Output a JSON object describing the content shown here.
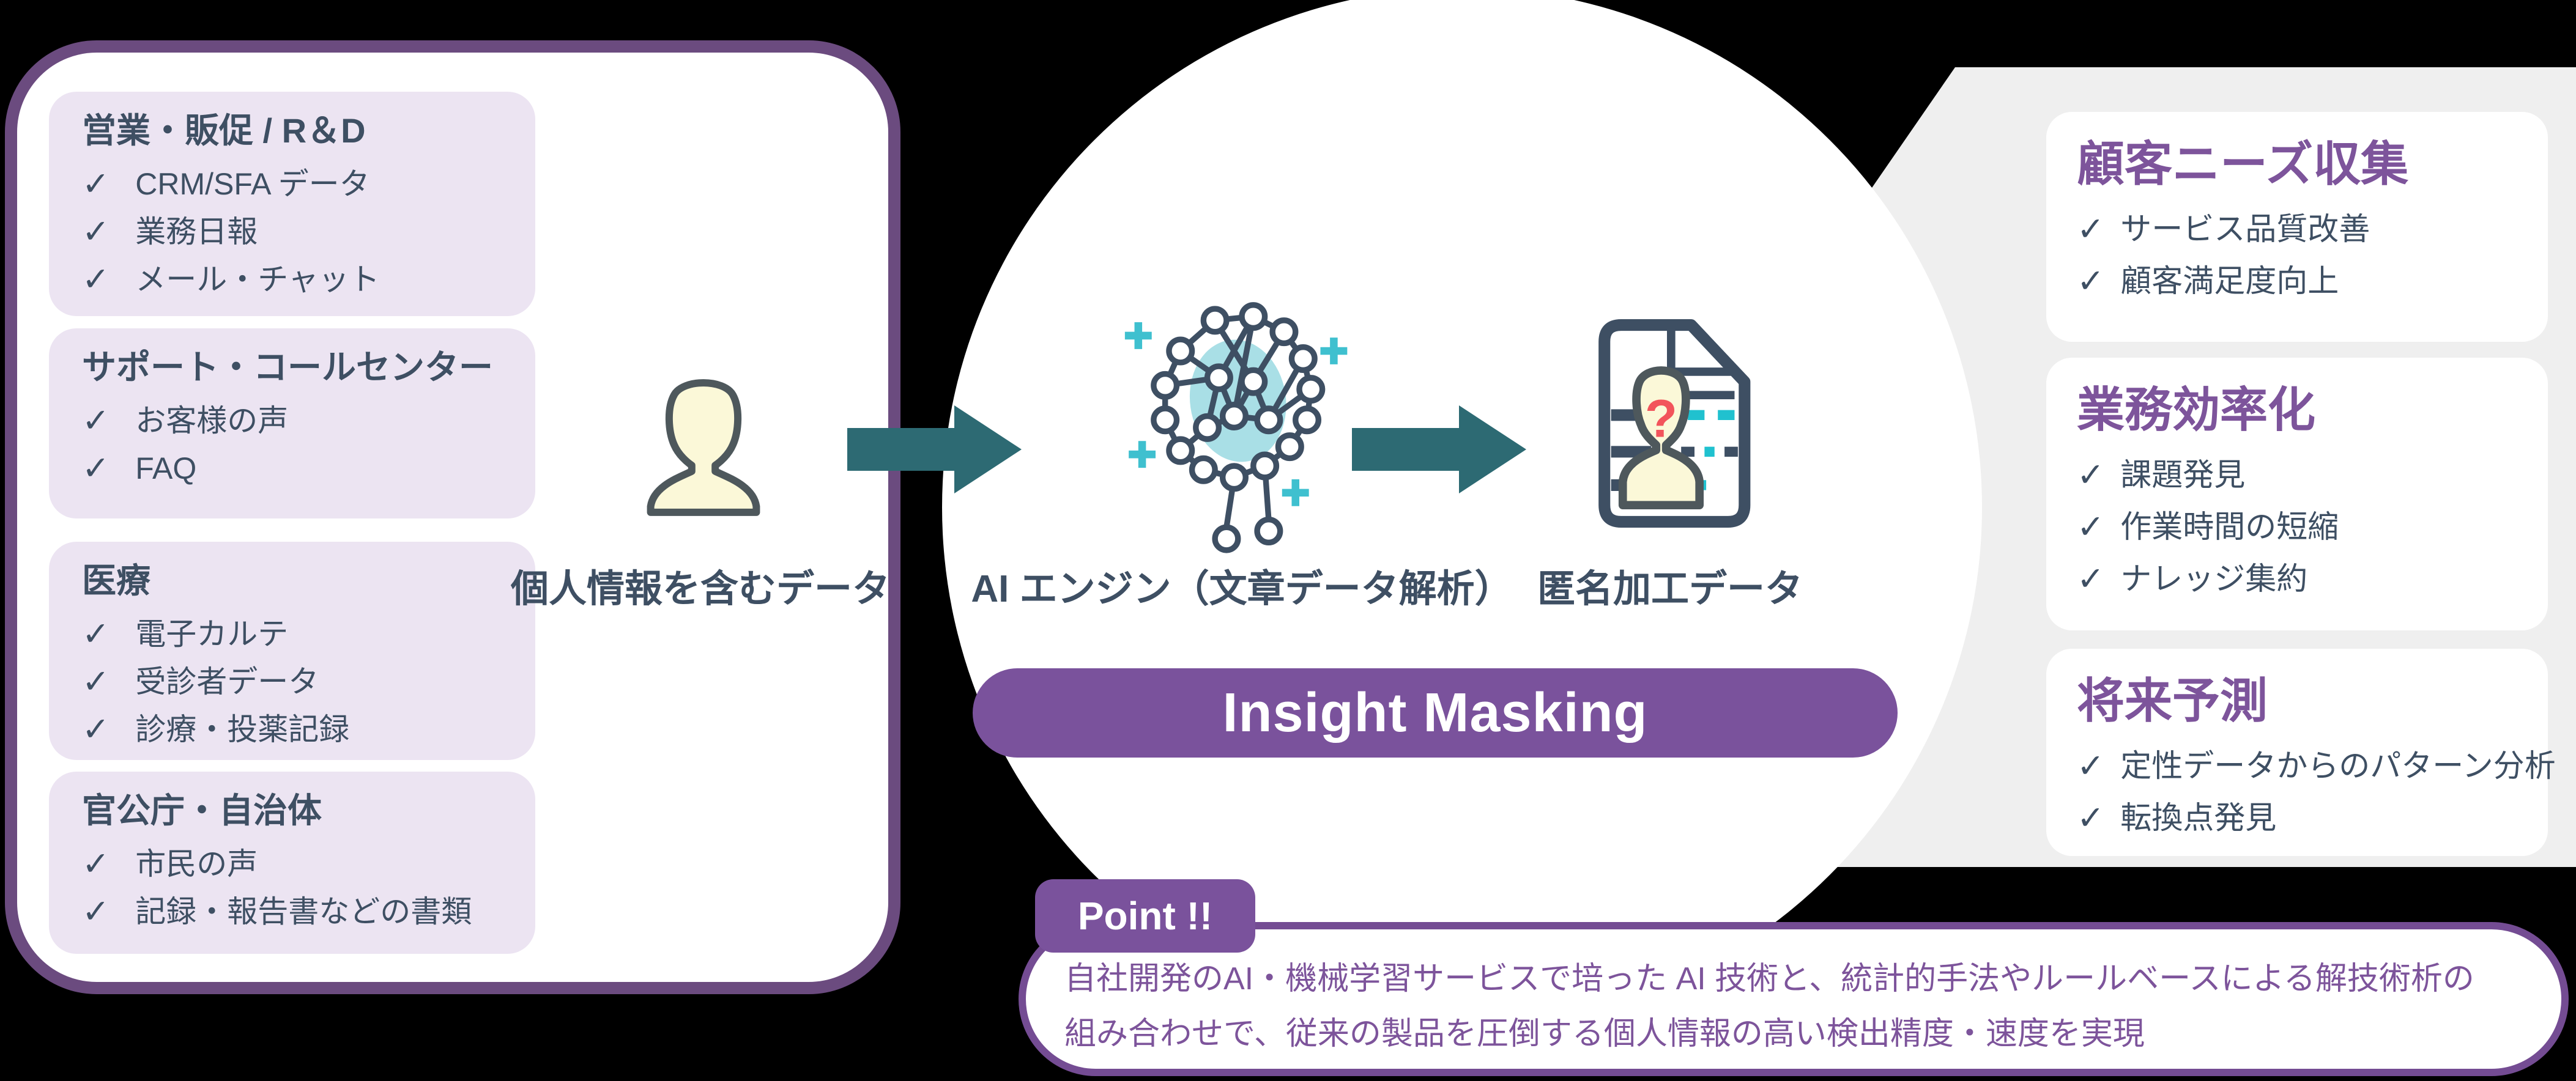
{
  "colors": {
    "background": "#000000",
    "panel_border_purple": "#6b4b7f",
    "accent_purple": "#7a529c",
    "heading_purple": "#7d549b",
    "dark_slate_text": "#3e4f63",
    "teal_arrow": "#2d6a73",
    "light_teal_ellipse": "#a9dfe6",
    "teal_accent": "#3fc0cf",
    "lavender_box": "#ece4f2",
    "gray_panel": "#efefef",
    "cream_fill": "#fbf8d8",
    "red_question": "#f2545b"
  },
  "sources": {
    "groups": [
      {
        "heading": "営業・販促 / R＆D",
        "items": [
          "CRM/SFA データ",
          "業務日報",
          "メール・チャット"
        ]
      },
      {
        "heading": "サポート・コールセンター",
        "items": [
          "お客様の声",
          "FAQ"
        ]
      },
      {
        "heading": "医療",
        "items": [
          "電子カルテ",
          "受診者データ",
          "診療・投薬記録"
        ]
      },
      {
        "heading": "官公庁・自治体",
        "items": [
          "市民の声",
          "記録・報告書などの書類"
        ]
      }
    ]
  },
  "flow": {
    "input_label": "個人情報を含むデータ",
    "engine_label": "AI エンジン（文章データ解析）",
    "output_label": "匿名加工データ",
    "product_name": "Insight Masking"
  },
  "benefits": {
    "cards": [
      {
        "heading": "顧客ニーズ収集",
        "items": [
          "サービス品質改善",
          "顧客満足度向上"
        ]
      },
      {
        "heading": "業務効率化",
        "items": [
          "課題発見",
          "作業時間の短縮",
          "ナレッジ集約"
        ]
      },
      {
        "heading": "将来予測",
        "items": [
          "定性データからのパターン分析",
          "転換点発見"
        ]
      }
    ]
  },
  "point": {
    "badge_label": "Point !!",
    "line1": "自社開発のAI・機械学習サービスで培った AI 技術と、統計的手法やルールベースによる解技術析の",
    "line2": "組み合わせで、従来の製品を圧倒する個人情報の高い検出精度・速度を実現"
  }
}
